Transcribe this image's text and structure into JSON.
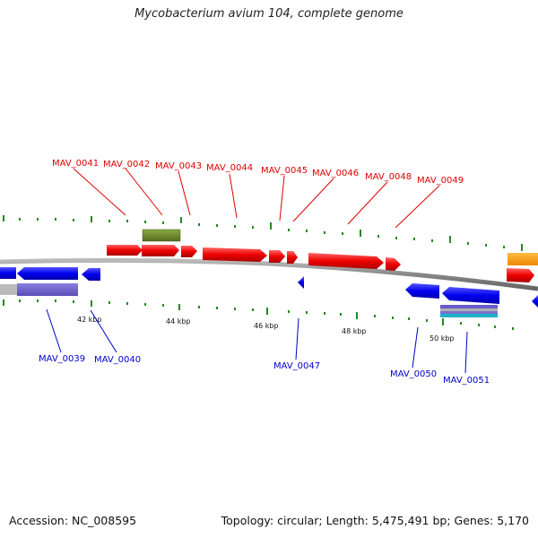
{
  "title": "Mycobacterium avium 104, complete genome",
  "footer": {
    "accession": "Accession: NC_008595",
    "summary": "Topology: circular; Length: 5,475,491 bp; Genes: 5,170"
  },
  "colors": {
    "forward_gene": "#ee0000",
    "reverse_gene": "#0000ee",
    "backbone": "#888888",
    "tick": "#228b22",
    "label_forward": "#dd0000",
    "label_reverse": "#0000cc",
    "olive_feature": "#6b8e23",
    "orange_feature": "#ff9900",
    "purple_feature": "#6a5acd",
    "grey_feature": "#b0b0b0"
  },
  "scale_labels": [
    "42 kbp",
    "44 kbp",
    "46 kbp",
    "48 kbp",
    "50 kbp"
  ],
  "forward_labels": [
    "MAV_0041",
    "MAV_0042",
    "MAV_0043",
    "MAV_0044",
    "MAV_0045",
    "MAV_0046",
    "MAV_0048",
    "MAV_0049"
  ],
  "reverse_labels": [
    "MAV_0039",
    "MAV_0040",
    "MAV_0047",
    "MAV_0050",
    "MAV_0051"
  ]
}
